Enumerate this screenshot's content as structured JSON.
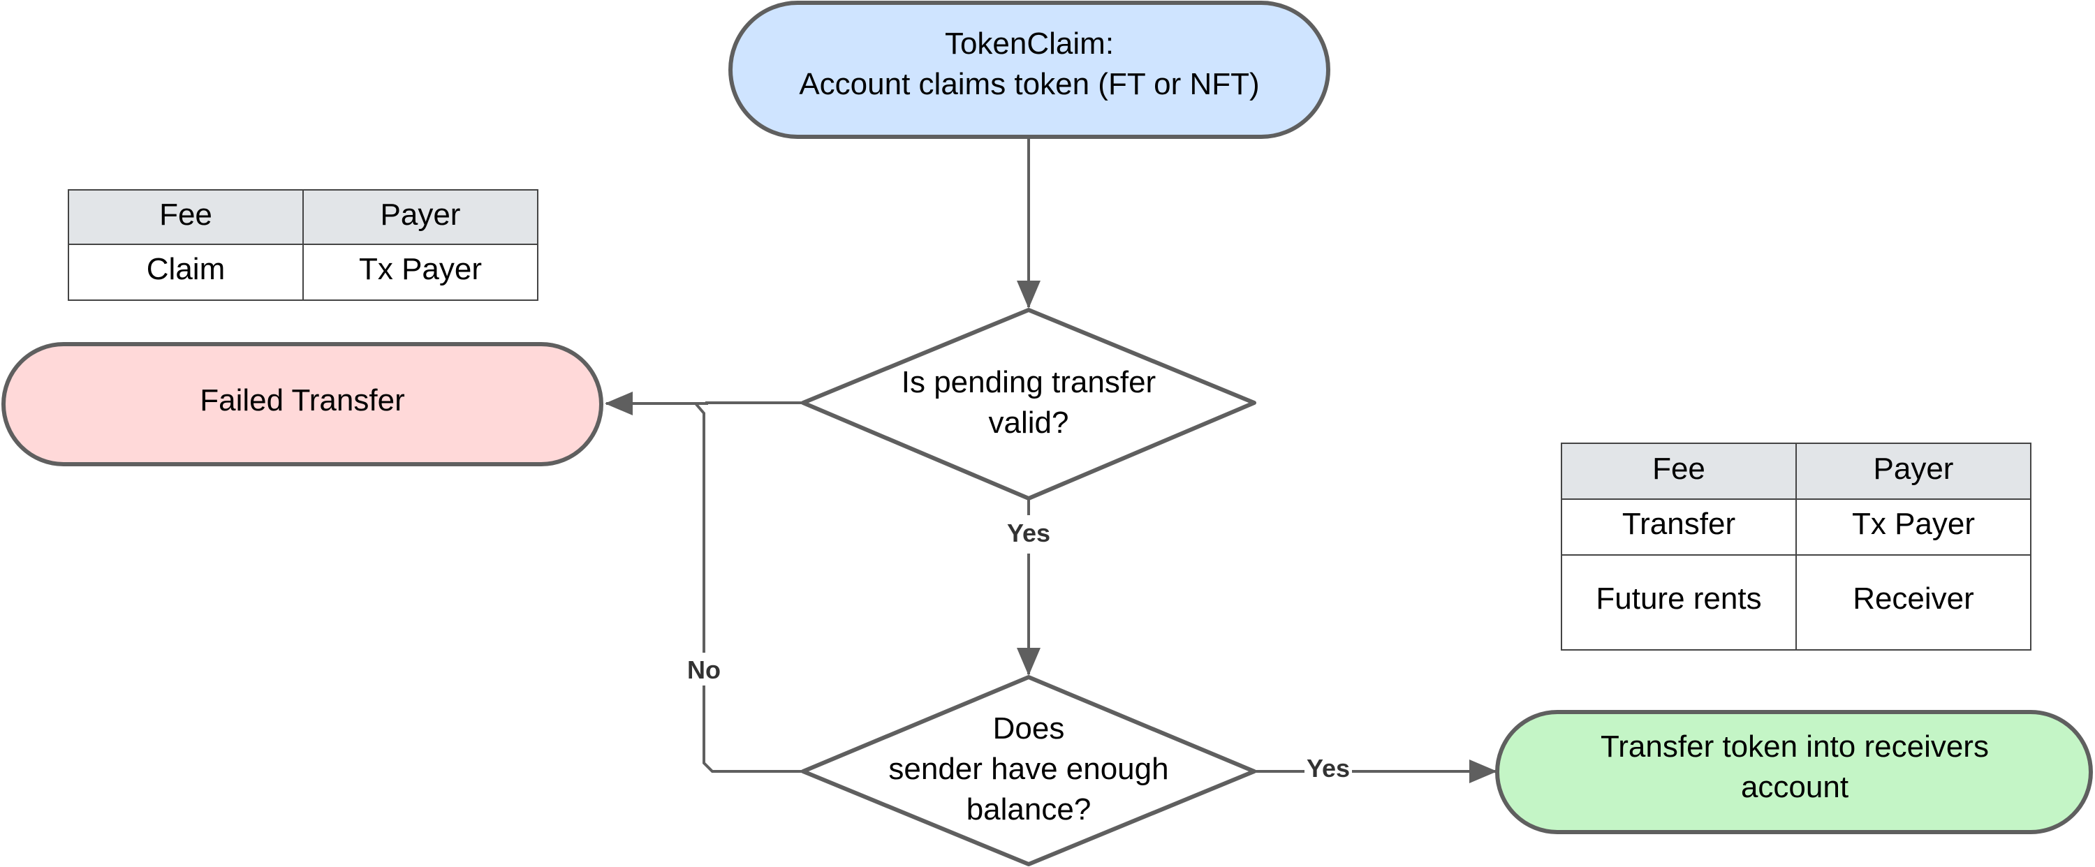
{
  "colors": {
    "start_fill": "#cfe4ff",
    "fail_fill": "#ffd9d9",
    "success_fill": "#c4f5c6",
    "decision_fill": "#ffffff",
    "table_header_fill": "#e2e5e8",
    "table_body_fill": "#ffffff",
    "stroke": "#5f5f5f"
  },
  "nodes": {
    "start": {
      "line1": "TokenClaim:",
      "line2": "Account claims token (FT or NFT)"
    },
    "failed": {
      "label": "Failed Transfer"
    },
    "decision_valid": {
      "line1": "Is pending transfer",
      "line2": "valid?"
    },
    "decision_balance": {
      "line1": "Does",
      "line2": "sender have enough",
      "line3": "balance?"
    },
    "success": {
      "line1": "Transfer token into receivers",
      "line2": "account"
    }
  },
  "edges": {
    "valid_yes": "Yes",
    "balance_no": "No",
    "balance_yes": "Yes"
  },
  "fee_table_claim": {
    "headers": [
      "Fee",
      "Payer"
    ],
    "rows": [
      [
        "Claim",
        "Tx Payer"
      ]
    ]
  },
  "fee_table_transfer": {
    "headers": [
      "Fee",
      "Payer"
    ],
    "rows": [
      [
        "Transfer",
        "Tx Payer"
      ],
      [
        "Future rents",
        "Receiver"
      ]
    ]
  }
}
